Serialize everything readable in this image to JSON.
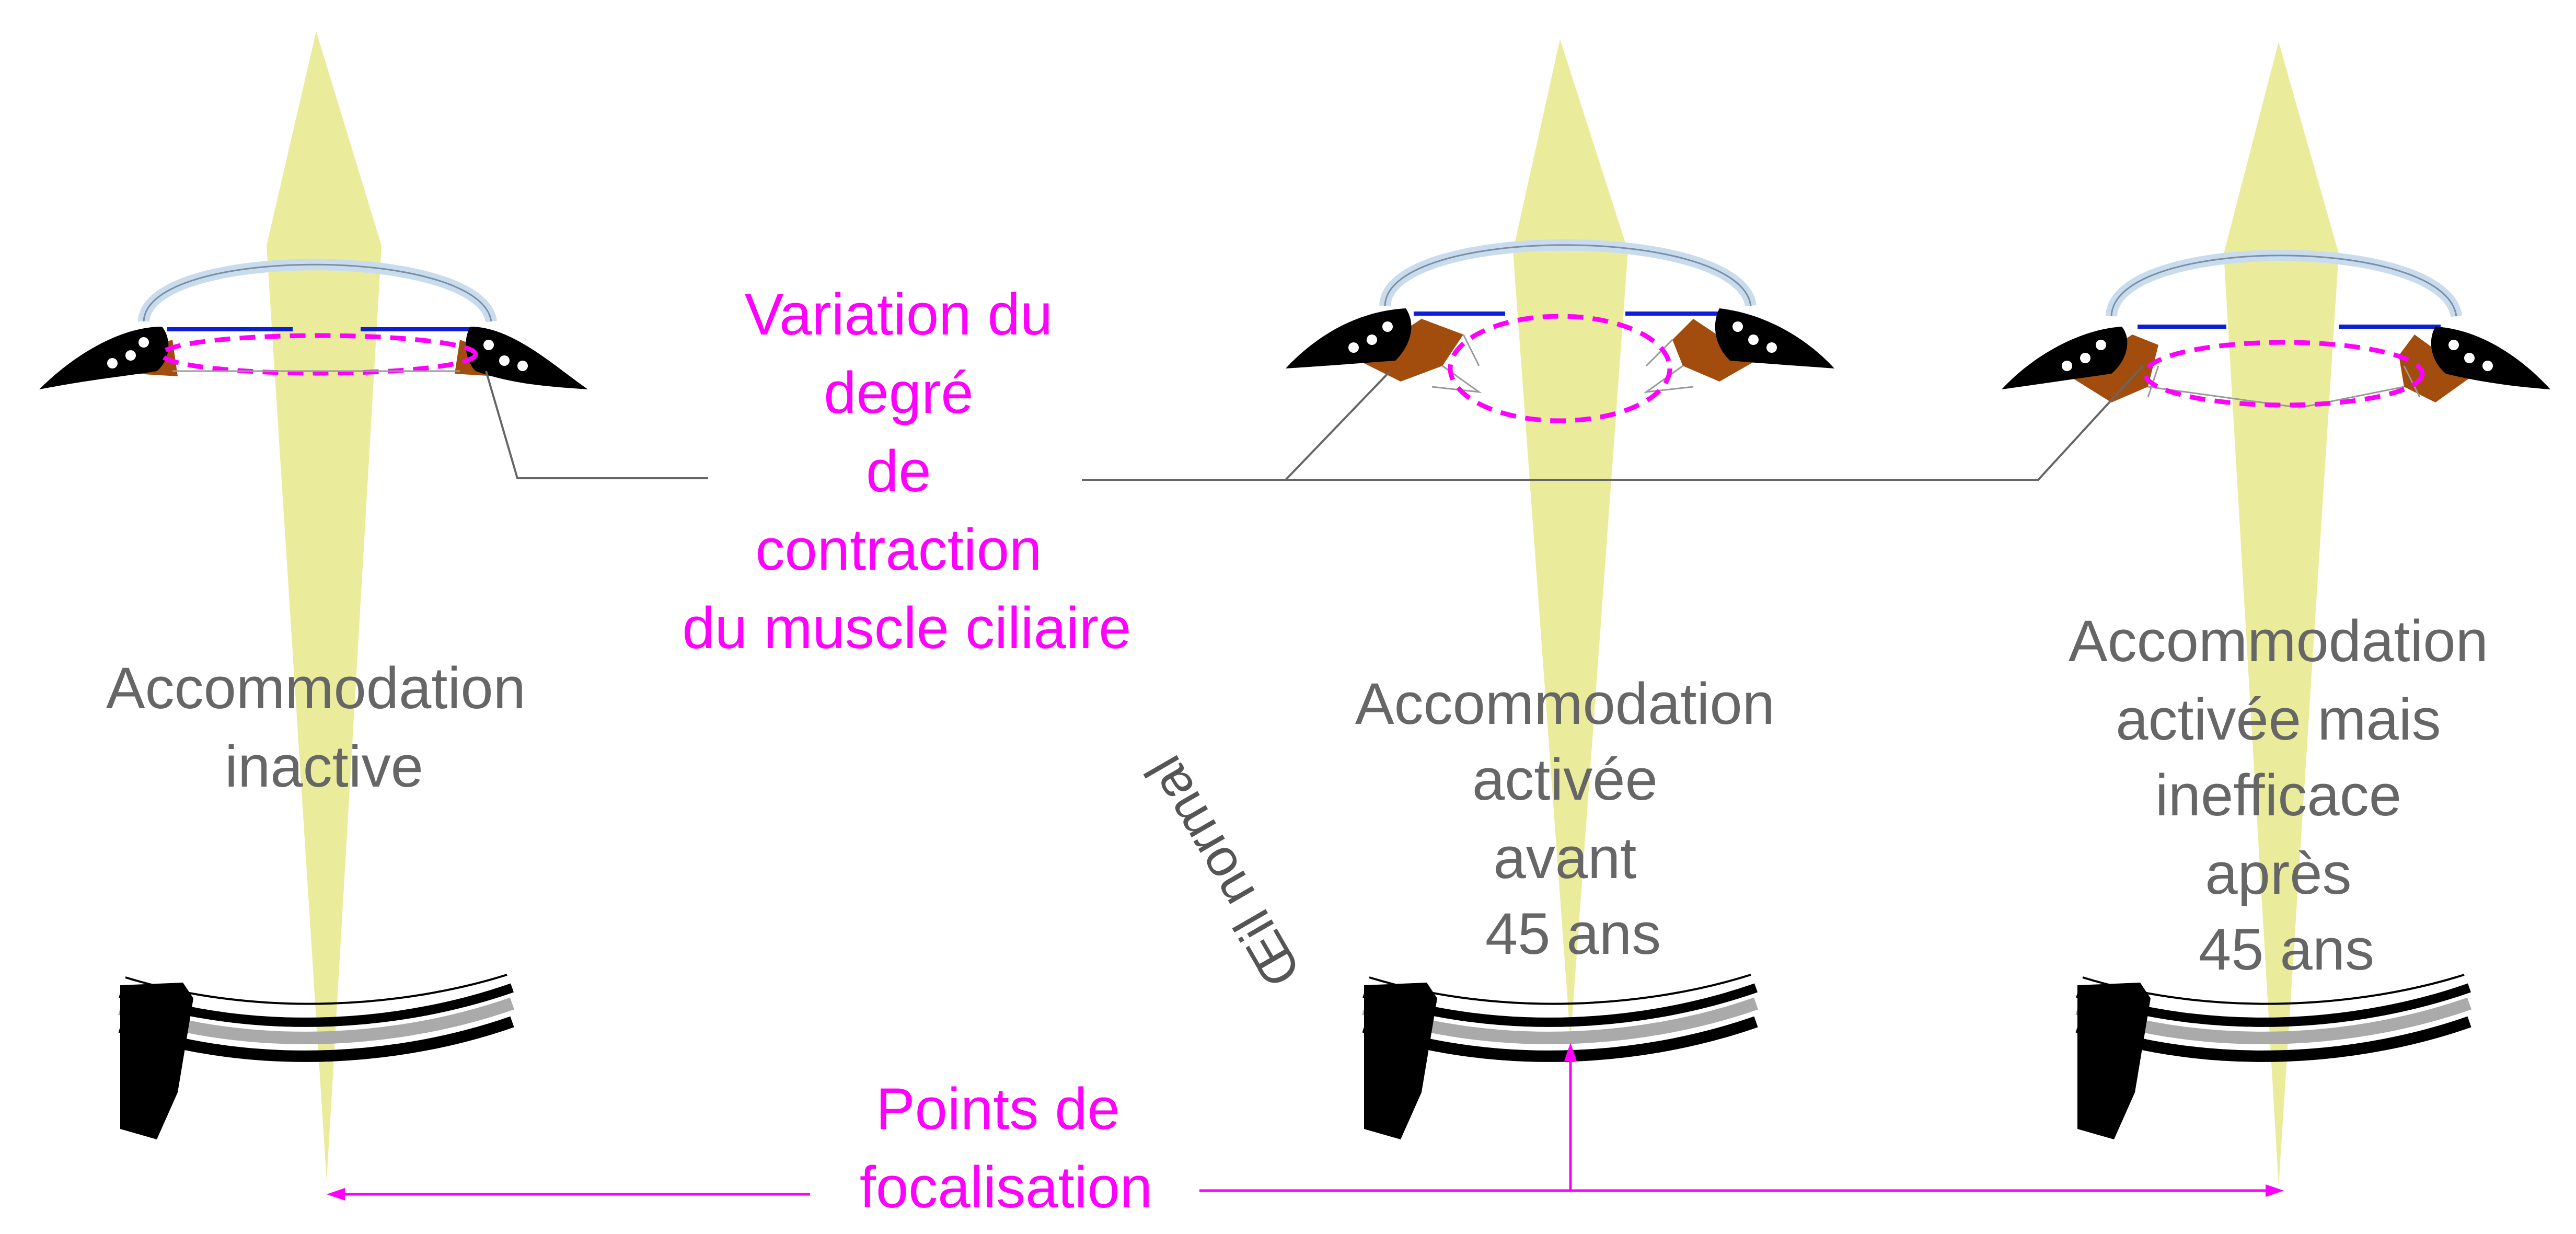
{
  "labels": {
    "ciliary_title": [
      "Variation du",
      "degré",
      "de",
      "contraction",
      "du muscle ciliaire"
    ],
    "focal_title": [
      "Points de",
      "focalisation"
    ],
    "normal_eye": "Œil normal",
    "panel_left": [
      "Accommodation",
      "inactive"
    ],
    "panel_middle": [
      "Accommodation",
      "activée",
      "avant",
      "45 ans"
    ],
    "panel_right": [
      "Accommodation",
      "activée mais",
      "inefficace",
      "après",
      "45 ans"
    ]
  },
  "colors": {
    "annotation": "#ff00ff",
    "text_gray": "#666666",
    "light_beam": "#e7e98a",
    "ciliary_muscle": "#a24c0e",
    "cornea": "#c9dcee",
    "iris_line": "#0b1fd6",
    "retina_gray": "#aaaaaa"
  }
}
